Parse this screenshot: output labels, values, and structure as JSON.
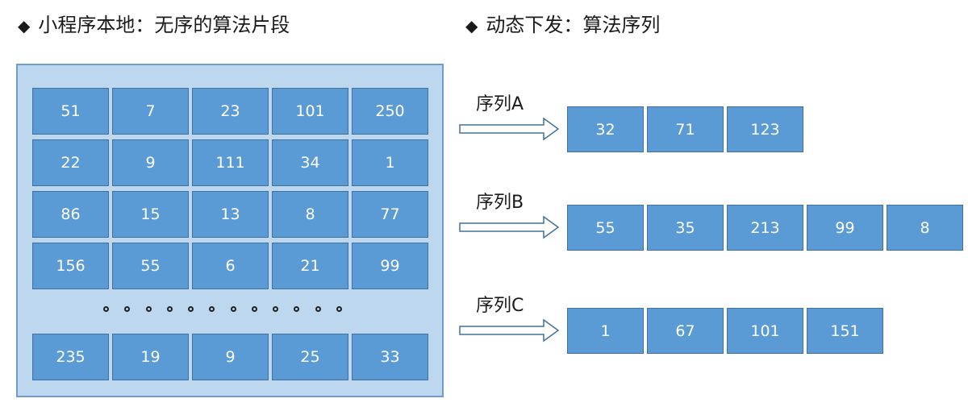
{
  "headings": {
    "left": "小程序本地：无序的算法片段",
    "right": "动态下发：算法序列"
  },
  "local_fragments": {
    "top_rows": [
      [
        "51",
        "7",
        "23",
        "101",
        "250"
      ],
      [
        "22",
        "9",
        "111",
        "34",
        "1"
      ],
      [
        "86",
        "15",
        "13",
        "8",
        "77"
      ],
      [
        "156",
        "55",
        "6",
        "21",
        "99"
      ]
    ],
    "bottom_row": [
      "235",
      "19",
      "9",
      "25",
      "33"
    ]
  },
  "sequences": [
    {
      "label": "序列A",
      "values": [
        "32",
        "71",
        "123"
      ]
    },
    {
      "label": "序列B",
      "values": [
        "55",
        "35",
        "213",
        "99",
        "8"
      ]
    },
    {
      "label": "序列C",
      "values": [
        "1",
        "67",
        "101",
        "151"
      ]
    }
  ],
  "colors": {
    "cell_fill": "#5b9bd5",
    "cell_border": "#41719c",
    "panel_fill": "#bdd7ee",
    "panel_border": "#6f9ccb",
    "arrow_stroke": "#41719c"
  }
}
